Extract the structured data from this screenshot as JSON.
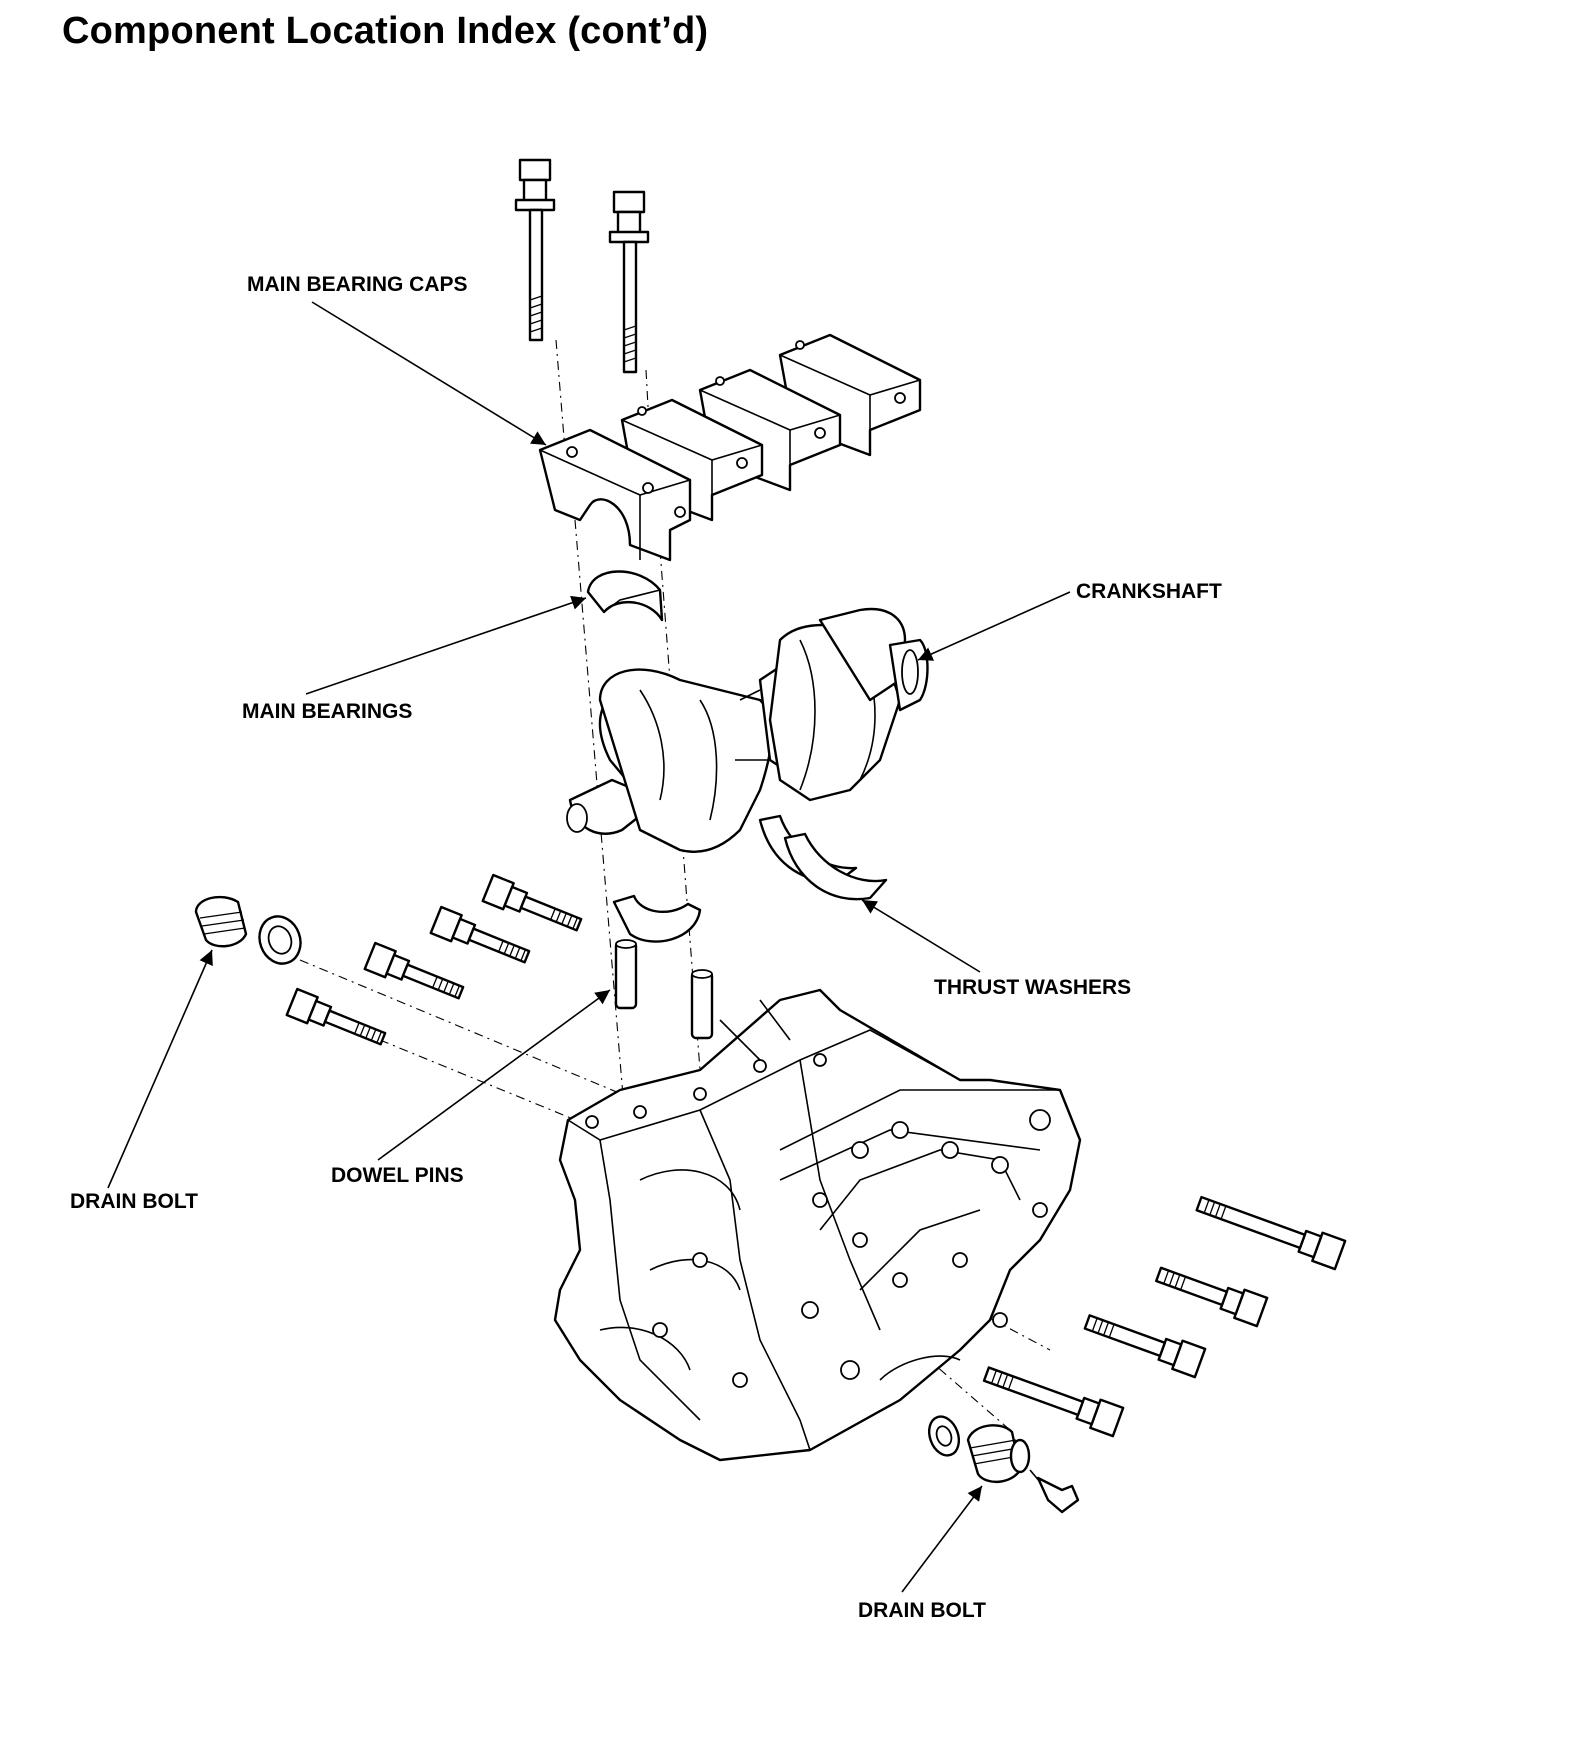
{
  "page": {
    "title": "Component Location Index (cont’d)"
  },
  "callouts": {
    "main_bearing_caps": "MAIN BEARING CAPS",
    "crankshaft": "CRANKSHAFT",
    "main_bearings": "MAIN BEARINGS",
    "thrust_washers": "THRUST WASHERS",
    "dowel_pins": "DOWEL PINS",
    "drain_bolt_left": "DRAIN BOLT",
    "drain_bolt_bottom": "DRAIN BOLT"
  },
  "colors": {
    "ink": "#000000",
    "paper": "#ffffff"
  }
}
